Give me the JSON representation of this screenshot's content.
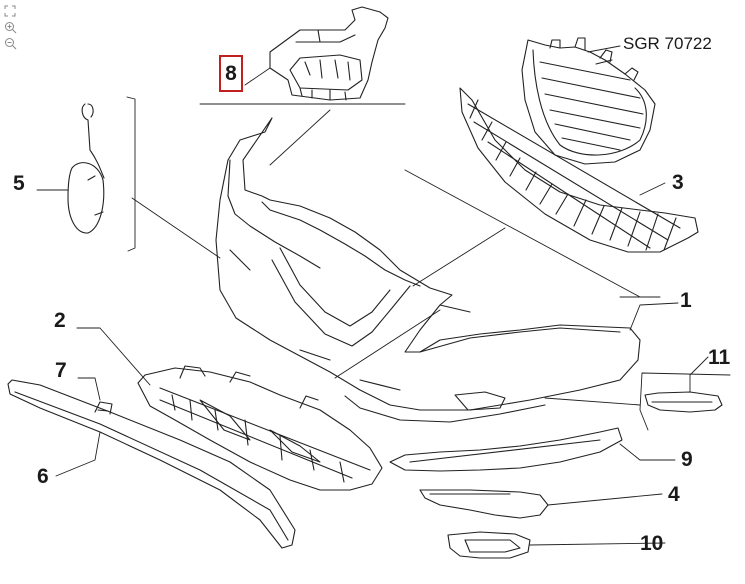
{
  "diagram": {
    "reference_code": "SGR 70722",
    "highlight_color": "#c21f1f",
    "labels": {
      "p1": "1",
      "p2": "2",
      "p3": "3",
      "p4": "4",
      "p5": "5",
      "p6": "6",
      "p7": "7",
      "p8": "8",
      "p9": "9",
      "p10": "10",
      "p11": "11"
    }
  },
  "toolbar": {
    "fit_icon": "fit-screen-icon",
    "zoom_in_icon": "zoom-in-icon",
    "zoom_out_icon": "zoom-out-icon"
  }
}
